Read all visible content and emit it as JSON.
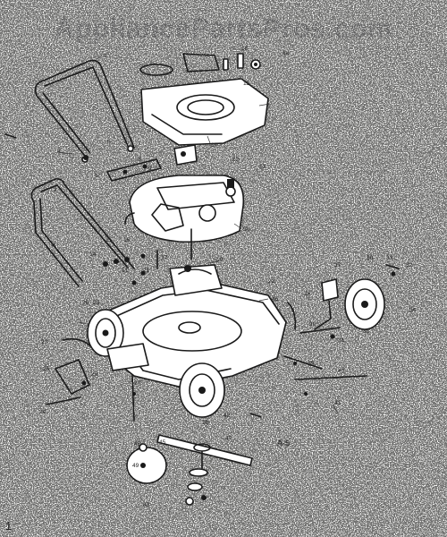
{
  "watermark": "AppliancePartsPros.com",
  "diagram_code": "A-5",
  "corner_mark": "1",
  "callouts": [
    "1",
    "2",
    "3",
    "4",
    "5",
    "6",
    "7",
    "8",
    "9",
    "10",
    "11",
    "12",
    "13",
    "14",
    "15",
    "16",
    "17",
    "18",
    "19",
    "20",
    "21",
    "22",
    "23",
    "24",
    "25",
    "26",
    "27",
    "28",
    "29",
    "30",
    "31",
    "32",
    "33",
    "34",
    "35",
    "36",
    "37",
    "38",
    "39",
    "40",
    "41",
    "42",
    "43",
    "44",
    "45",
    "46",
    "47",
    "48",
    "49",
    "50",
    "51"
  ]
}
